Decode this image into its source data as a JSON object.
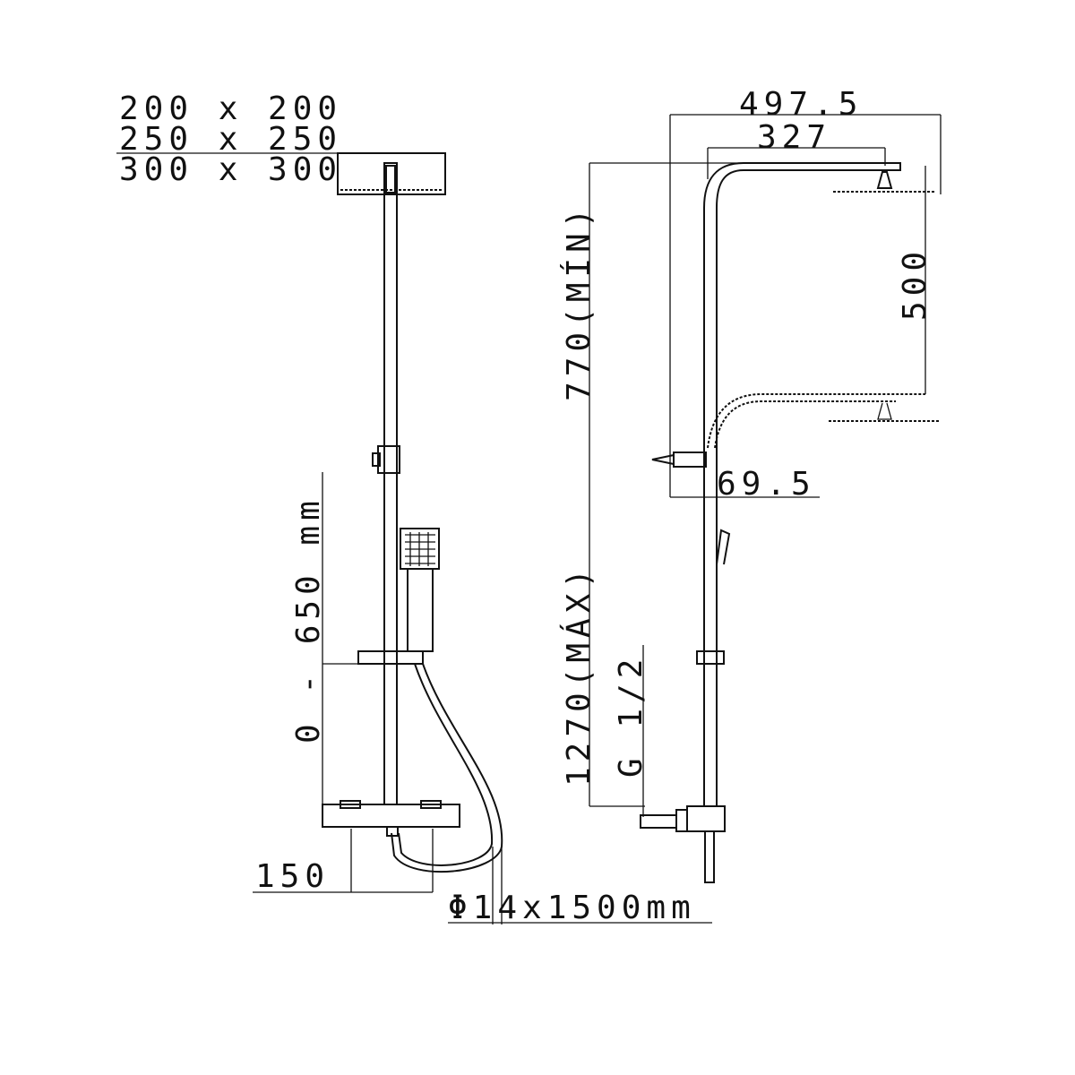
{
  "sizes": [
    "200 x 200",
    "250 x 250",
    "300 x 300"
  ],
  "dims": {
    "overall_reach": "497.5",
    "arm_length": "327",
    "height_min": "770(MÍN)",
    "height_max": "1270(MÁX)",
    "arm_drop": "500",
    "wall_offset": "69.5",
    "slide_range": "0 - 650 mm",
    "connection": "G 1/2",
    "inlet_spacing": "150",
    "hose": "Φ14x1500mm"
  }
}
